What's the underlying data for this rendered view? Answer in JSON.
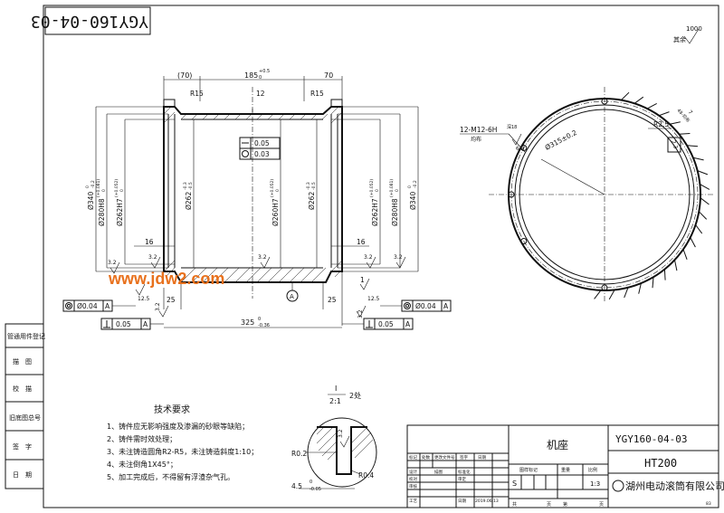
{
  "drawing_number_mirror": "YGY160-04-03",
  "roughness_global": {
    "value": "1000",
    "note": "其余"
  },
  "watermark": "www.jdw2.com",
  "section_label": "A",
  "dimensions": {
    "top_left": "(70)",
    "top_mid": "185",
    "top_mid_tol": "+0.5",
    "top_mid_tol_low": "0",
    "top_right": "70",
    "radius_left": "R15",
    "radius_right": "R15",
    "mid_mark": "12",
    "len_16_left": "16",
    "len_16_right": "16",
    "len_25_left": "25",
    "len_25_right": "25",
    "overall": "325",
    "overall_tol": "0",
    "overall_tol_low": "-0.36",
    "rough_12_5": "12.5",
    "rough_3_2": "3.2",
    "dia_340_left": "Ø340",
    "dia_340_left_tol": "0",
    "dia_340_left_tol_low": "-0.2",
    "dia_280_left": "Ø280H8",
    "dia_280_left_tol": "(+0.081)",
    "dia_280_left_tol_low": "0",
    "dia_262_left": "Ø262H7",
    "dia_262_left_tol": "(+0.052)",
    "dia_262_left_tol_low": "0",
    "dia_262_a": "Ø262",
    "dia_262_a_tol": "-0.3",
    "dia_262_a_tol_low": "-0.5",
    "dia_260": "Ø260H7",
    "dia_260_tol": "(+0.052)",
    "dia_260_tol_low": "0",
    "dia_262_b": "Ø262",
    "dia_262_b_tol": "-0.3",
    "dia_262_b_tol_low": "-0.5",
    "dia_262_right": "Ø262H7",
    "dia_262_right_tol": "(+0.052)",
    "dia_262_right_tol_low": "0",
    "dia_280_right": "Ø280H8",
    "dia_280_right_tol": "(+0.081)",
    "dia_280_right_tol_low": "0",
    "dia_340_right": "Ø340",
    "dia_340_right_tol": "0",
    "dia_340_right_tol_low": "-0.2",
    "one": "1"
  },
  "tolerance_frames": {
    "center_flat": "0.05",
    "center_round": "0.03",
    "coax_left": "Ø0.04",
    "coax_left_ref": "A",
    "perp_left": "0.05",
    "perp_left_ref": "A",
    "coax_right": "Ø0.04",
    "coax_right_ref": "A",
    "perp_right": "0.05",
    "perp_right_ref": "A"
  },
  "side_view": {
    "thread": "12-M12-6H",
    "thread_note": "均布",
    "thread_depth": "深18",
    "rough": "6.3",
    "pcd": "Ø315±0.2",
    "r25": "R2.5",
    "dim_7": "7",
    "dim_23": "2.3",
    "fin_note": "48-均布"
  },
  "detail": {
    "label": "I",
    "scale": "2:1",
    "count": "2处",
    "r02": "R0.2",
    "r04": "R0.4",
    "rough": "3.2",
    "width": "4.5",
    "width_tol": "0",
    "width_tol_low": "-0.05"
  },
  "notes": {
    "title": "技术要求",
    "items": [
      "1、铸件应无影响强度及渗漏的砂眼等缺陷；",
      "2、铸件需时效处理；",
      "3、未注铸造圆角R2-R5，未注铸造斜度1:10；",
      "4、未注倒角1X45°；",
      "5、加工完成后，不得留有浮渣杂气孔。"
    ]
  },
  "side_table": {
    "rows": [
      "管通用件登记",
      "描　图",
      "校　描",
      "旧底图总号",
      "签　字",
      "日　期"
    ]
  },
  "title_block": {
    "part_name": "机座",
    "drawing_no": "YGY160-04-03",
    "material": "HT200",
    "company": "湖州电动滚筒有限公司",
    "stage_label": "图样标记",
    "weight_label": "重量",
    "scale_label": "比例",
    "stage_value": "S",
    "scale_value": "1:3",
    "total_label": "共",
    "page_label": "页",
    "sheet_label": "第",
    "sheet_page": "页",
    "rev_headers": [
      "标记",
      "处数",
      "更改文件号",
      "签字",
      "日期"
    ],
    "role_rows": [
      "设计",
      "校对",
      "审核",
      "工艺"
    ],
    "std_label": "标准化",
    "approve_label": "审定",
    "date_label": "日期",
    "date_value": "2019.06.13",
    "lined": "描图",
    "page_badge": "83"
  }
}
